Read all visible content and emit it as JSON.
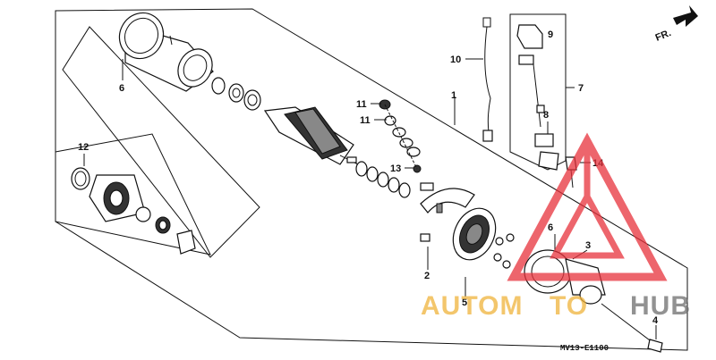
{
  "callouts": {
    "c1": "1",
    "c2": "2",
    "c3": "3",
    "c4": "4",
    "c5": "5",
    "c6a": "6",
    "c6b": "6",
    "c7": "7",
    "c8": "8",
    "c9": "9",
    "c10": "10",
    "c11a": "11",
    "c11b": "11",
    "c12": "12",
    "c13": "13",
    "c14": "14"
  },
  "direction_label": "FR.",
  "diagram_code": "MV13-E1100",
  "watermark": {
    "left": "AUTOM",
    "middle": "TO",
    "right": "HUB"
  },
  "colors": {
    "ink": "#111111",
    "watermark_red": "#e8323c",
    "watermark_gold": "#f0b43c",
    "watermark_gray": "#6e6e6e"
  }
}
